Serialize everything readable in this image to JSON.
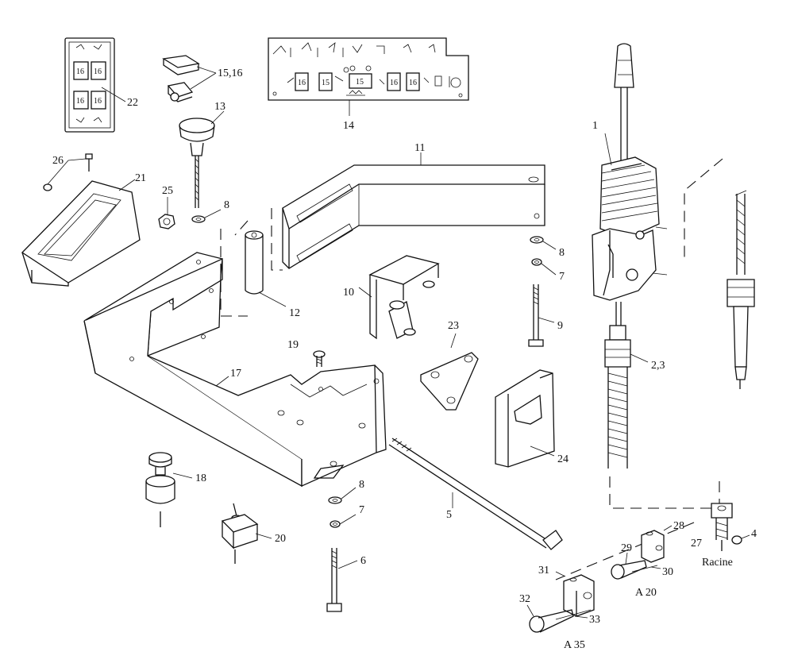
{
  "labels": {
    "n1": "1",
    "n2_3": "2,3",
    "n4": "4",
    "n5": "5",
    "n6": "6",
    "n7a": "7",
    "n7b": "7",
    "n8a": "8",
    "n8b": "8",
    "n8c": "8",
    "n9": "9",
    "n10": "10",
    "n11": "11",
    "n12": "12",
    "n13": "13",
    "n14": "14",
    "n15_16": "15,16",
    "n17": "17",
    "n18": "18",
    "n19": "19",
    "n20": "20",
    "n21": "21",
    "n22": "22",
    "n23": "23",
    "n24": "24",
    "n25": "25",
    "n26": "26",
    "n27": "27",
    "n28": "28",
    "n29": "29",
    "n30": "30",
    "n31": "31",
    "n32": "32",
    "n33": "33"
  },
  "captions": {
    "racine": "Racine",
    "a20": "A 20",
    "a35": "A 35"
  },
  "panel22": {
    "switch_labels": [
      "16",
      "16",
      "16",
      "16"
    ]
  },
  "panel14": {
    "switch_labels": [
      "16",
      "15",
      "15",
      "16",
      "16"
    ]
  }
}
